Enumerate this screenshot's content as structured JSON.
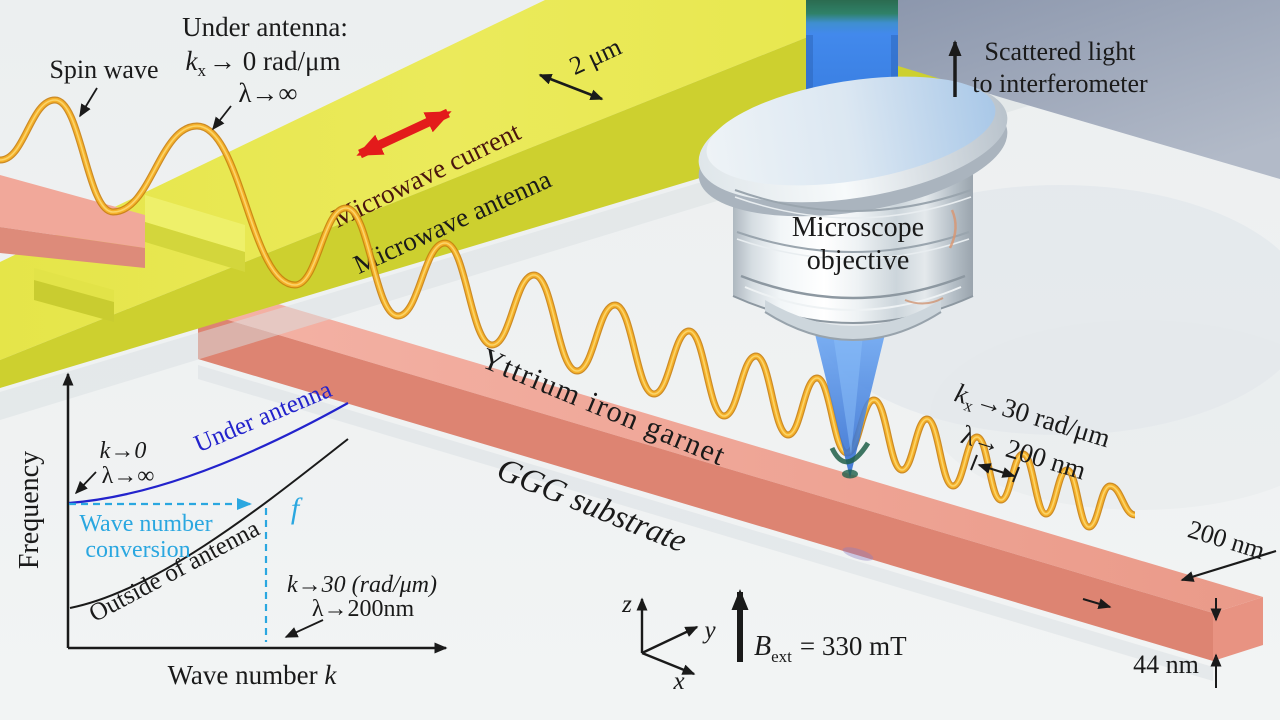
{
  "scene": {
    "spin_wave_label": "Spin wave",
    "under_antenna": {
      "heading": "Under antenna:",
      "k_symbol": "k",
      "k_subscript": "x",
      "k_value": "→ 0 rad/μm",
      "lambda_value": "λ→∞"
    },
    "antenna": {
      "width_label": "2 μm",
      "current_label": "Microwave current",
      "name_label": "Microwave antenna"
    },
    "detection": {
      "scattered_line1": "Scattered light",
      "scattered_line2": "to interferometer",
      "objective_line1": "Microscope",
      "objective_line2": "objective"
    },
    "materials": {
      "waveguide": "Yttrium iron garnet",
      "substrate": "GGG substrate"
    },
    "probe_point": {
      "k_symbol": "k",
      "k_subscript": "x",
      "k_value": "→30 rad/μm",
      "lambda_value": "λ→ 200 nm"
    },
    "dimensions": {
      "strip_width": "200 nm",
      "strip_thickness": "44 nm"
    },
    "field": {
      "symbol": "B",
      "subscript": "ext",
      "value": "= 330 mT"
    },
    "axes": {
      "x": "x",
      "y": "y",
      "z": "z"
    }
  },
  "inset": {
    "ylabel": "Frequency",
    "xlabel": "Wave number ",
    "xlabel_k": "k",
    "curve_under": "Under antenna",
    "curve_outside": "Outside of antenna",
    "k0": "k→0",
    "lambda_inf": "λ→∞",
    "conversion_line1": "Wave number",
    "conversion_line2": "conversion",
    "freq_symbol": "f",
    "k30": "k→30 (rad/μm)",
    "lambda_200": "λ→200nm"
  },
  "chart_data": {
    "type": "line",
    "title": "Spin-wave dispersion sketch (inset)",
    "xlabel": "Wave number k",
    "ylabel": "Frequency",
    "axes_quantitative": false,
    "grid": false,
    "series": [
      {
        "name": "Under antenna",
        "color": "#2323cc",
        "shape": "monotonic increasing, higher branch, starts at k→0 (λ→∞)"
      },
      {
        "name": "Outside of antenna",
        "color": "#1a1a1a",
        "shape": "monotonic increasing, lower branch; reaches same frequency f at k→30 rad/μm (λ→200nm)"
      }
    ],
    "annotations": [
      "k→0, λ→∞ at left intercept",
      "Wave number conversion (dashed guide at constant frequency f)",
      "k→30 (rad/μm), λ→200nm at dashed vertical"
    ]
  },
  "colors": {
    "background": "#edf0f1",
    "backdrop_corner": "#99a4b8",
    "antenna_yellow": "#e9e851",
    "yig_pink": "#efa193",
    "spin_wave_gold": "#f5b12a",
    "laser_blue": "#3b82e8",
    "laser_teal_top": "#2b6b50",
    "current_arrow_red": "#e31b1b",
    "inset_blue": "#2323cc",
    "inset_cyan": "#2aa7e0",
    "text_black": "#1a1a1a",
    "current_text_maroon": "#4a150e"
  }
}
